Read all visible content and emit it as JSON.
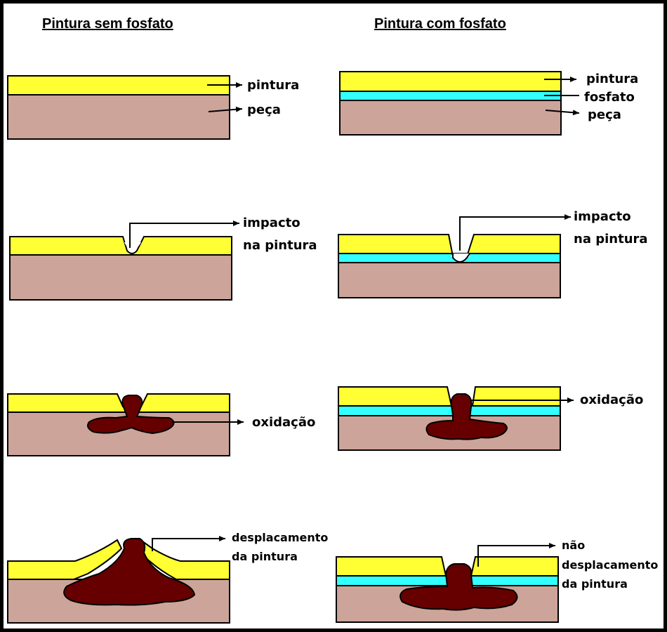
{
  "titles": {
    "left": "Pintura sem fosfato",
    "right": "Pintura com fosfato"
  },
  "colors": {
    "paint": "#FFFF33",
    "phosphate": "#33FFFF",
    "part": "#CCA49A",
    "oxidation": "#660000",
    "outline": "#000000"
  },
  "labels": {
    "left1_paint": "pintura",
    "left1_part": "peça",
    "right1_paint": "pintura",
    "right1_phosphate": "fosfato",
    "right1_part": "peça",
    "left2_line1": "impacto",
    "left2_line2": "na pintura",
    "right2_line1": "impacto",
    "right2_line2": "na pintura",
    "left3_ox": "oxidação",
    "right3_ox": "oxidação",
    "left4_line1": "desplacamento",
    "left4_line2": "da pintura",
    "right4_line1": "não",
    "right4_line2": "desplacamento",
    "right4_line3": "da pintura"
  }
}
